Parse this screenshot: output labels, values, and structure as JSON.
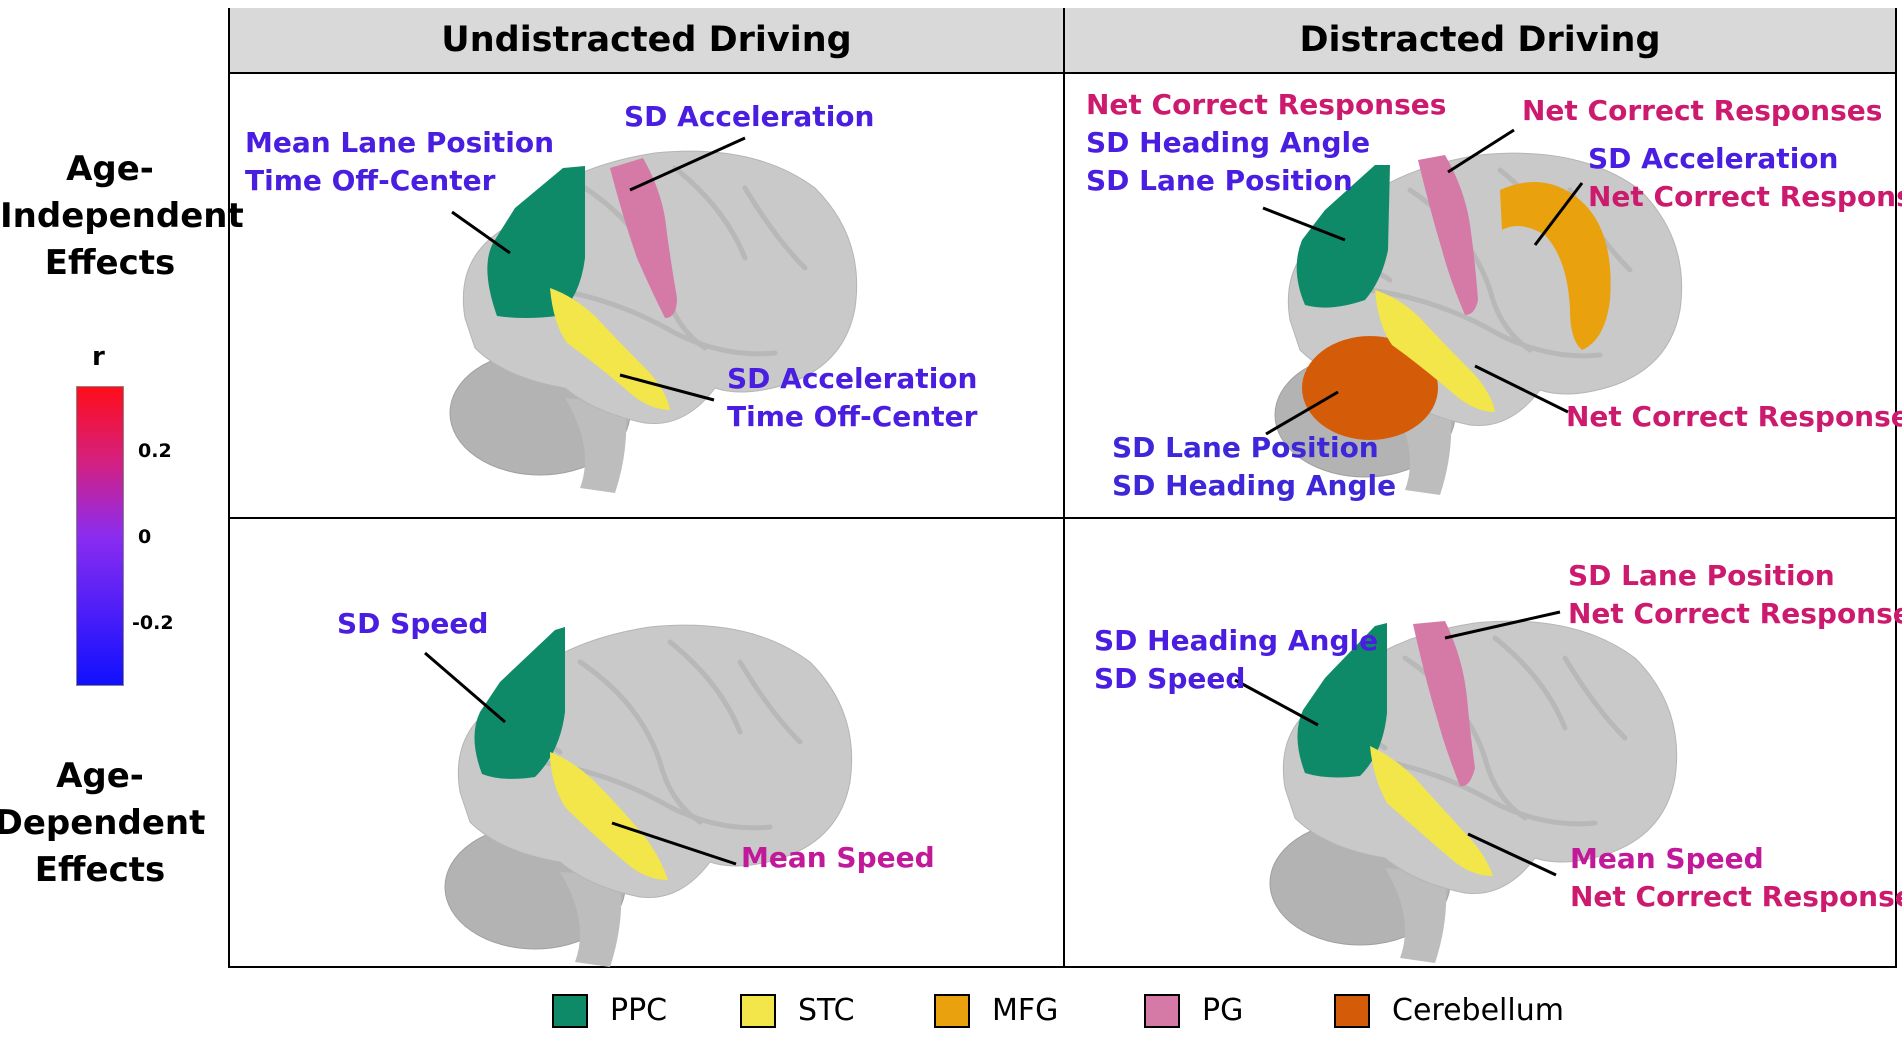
{
  "columns": [
    {
      "title": "Undistracted Driving"
    },
    {
      "title": "Distracted Driving"
    }
  ],
  "rows": [
    {
      "label_lines": [
        "Age-",
        "Independent",
        "Effects"
      ]
    },
    {
      "label_lines": [
        "Age-",
        "Dependent",
        "Effects"
      ]
    }
  ],
  "colorbar": {
    "title": "r",
    "ticks": [
      "0.2",
      "0",
      "-0.2"
    ],
    "colors": {
      "top": "#ff0d1a",
      "upper": "#d4207f",
      "mid": "#8b2cf0",
      "bottom": "#1010ff"
    }
  },
  "panels": {
    "p11": {
      "ppc_label": [
        "Mean Lane Position",
        "Time Off-Center"
      ],
      "pg_label": [
        "SD Acceleration"
      ],
      "stc_label": [
        "SD Acceleration",
        "Time Off-Center"
      ]
    },
    "p12": {
      "ppc_label": [
        "Net Correct Responses",
        "SD Heading Angle",
        "SD Lane Position"
      ],
      "pg_label": [
        "Net Correct Responses"
      ],
      "mfg_label": [
        "SD Acceleration",
        "Net Correct Responses"
      ],
      "stc_label": [
        "Net Correct Responses"
      ],
      "cerebellum_label": [
        "SD Lane Position",
        "SD Heading Angle"
      ]
    },
    "p21": {
      "ppc_label": [
        "SD Speed"
      ],
      "stc_label": [
        "Mean Speed"
      ]
    },
    "p22": {
      "ppc_label": [
        "SD Heading Angle",
        "SD Speed"
      ],
      "pg_label": [
        "SD Lane Position",
        "Net Correct Responses"
      ],
      "stc_label": [
        "Mean Speed",
        "Net Correct Responses"
      ]
    }
  },
  "legend": [
    {
      "name": "PPC",
      "color": "#0f8a68"
    },
    {
      "name": "STC",
      "color": "#f2e64a"
    },
    {
      "name": "MFG",
      "color": "#e9a10d"
    },
    {
      "name": "PG",
      "color": "#d579a7"
    },
    {
      "name": "Cerebellum",
      "color": "#d45c08"
    }
  ],
  "region_colors": {
    "brain": "#c9c9c9",
    "brain_dark": "#a9a9a9",
    "ppc": "#0f8a68",
    "stc": "#f2e64a",
    "mfg": "#e9a10d",
    "pg": "#d579a7",
    "cerebellum": "#d45c08"
  }
}
